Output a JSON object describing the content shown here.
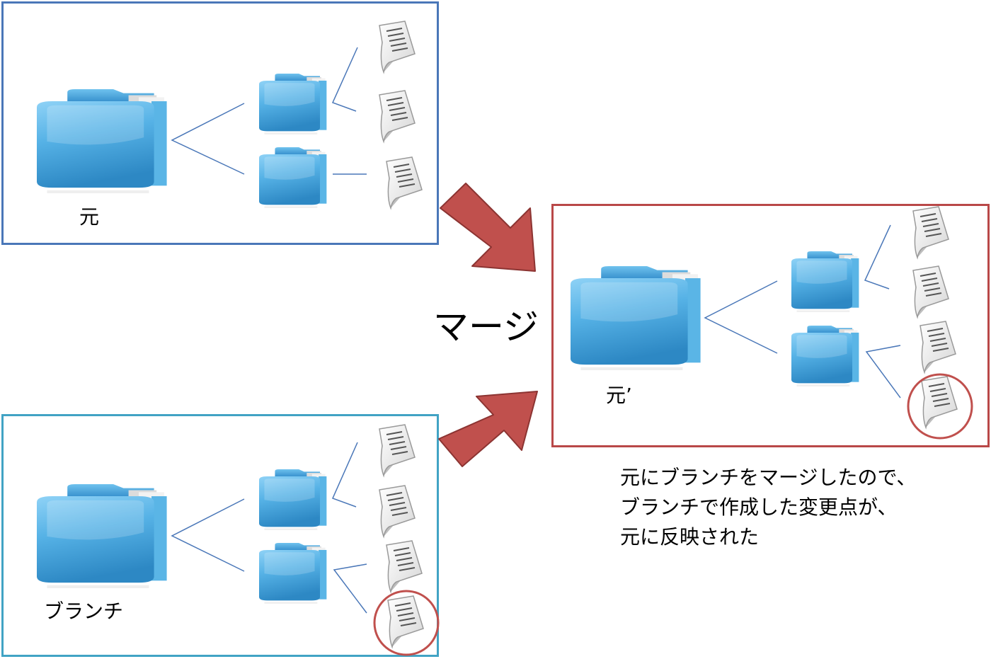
{
  "panels": {
    "original": {
      "label": "元"
    },
    "branch": {
      "label": "ブランチ"
    },
    "merged": {
      "label": "元’"
    }
  },
  "merge_label": "マージ",
  "caption": {
    "line1": "元にブランチをマージしたので、",
    "line2": "ブランチで作成した変更点が、",
    "line3": "元に反映された"
  },
  "colors": {
    "original_border": "#4a77b8",
    "branch_border": "#41a3c4",
    "merged_border": "#b94848",
    "arrow": "#c0504d",
    "highlight_circle": "#c0504d",
    "folder": "#4aa8de"
  },
  "icons": {
    "folder": "folder-icon",
    "document": "document-icon"
  }
}
